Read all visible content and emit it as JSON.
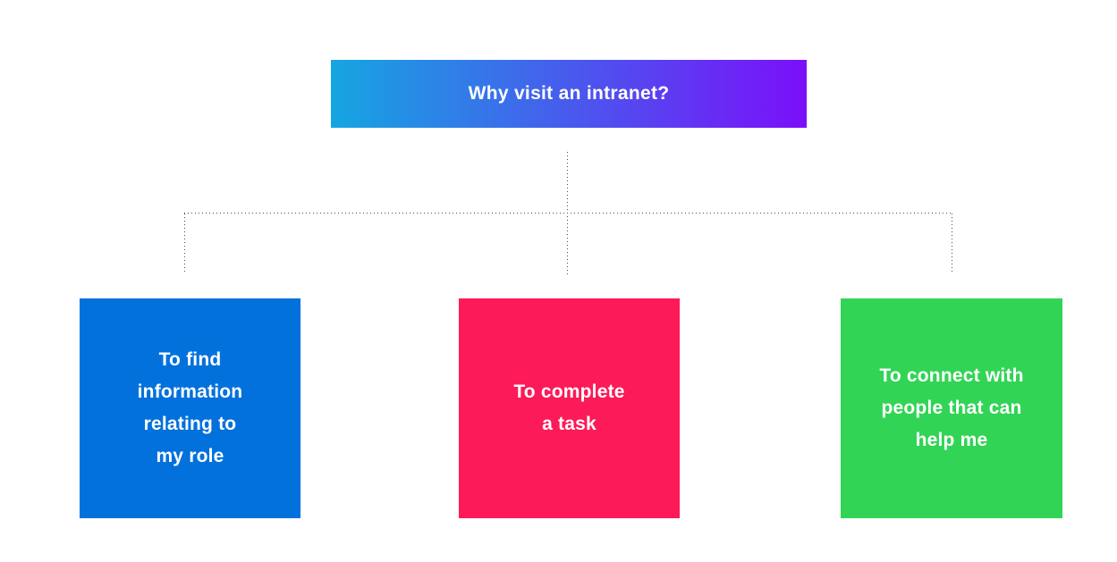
{
  "diagram": {
    "title": "Why visit an intranet?",
    "title_gradient": {
      "start": "#15A6E1",
      "end": "#7B0FF9"
    },
    "connector_color": "#4A4A4A",
    "text_color": "#FFFFFF",
    "background_color": "#FFFFFF",
    "nodes": [
      {
        "id": "find-information",
        "label": "To find\ninformation\nrelating to\nmy role",
        "color": "#0371DC"
      },
      {
        "id": "complete-task",
        "label": "To complete\na task",
        "color": "#FC1A58"
      },
      {
        "id": "connect-people",
        "label": "To connect with\npeople that can\nhelp me",
        "color": "#32D455"
      }
    ]
  }
}
